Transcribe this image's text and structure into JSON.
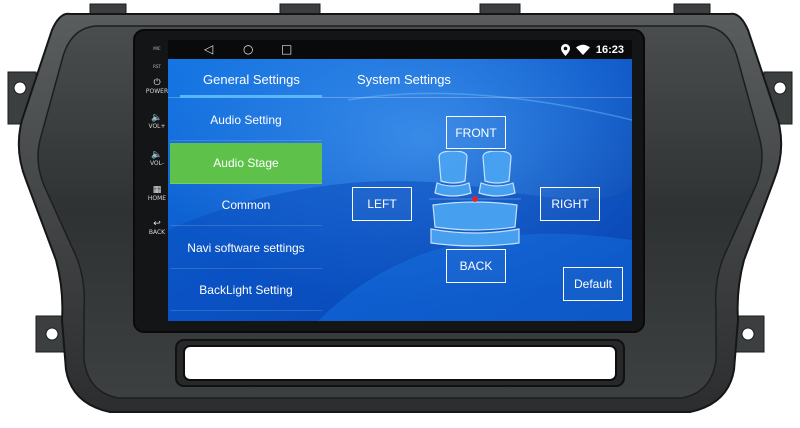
{
  "side_panel": {
    "mic_label": "MIC",
    "rst_label": "RST",
    "power_label": "POWER",
    "vol_up_label": "VOL+",
    "vol_down_label": "VOL-",
    "home_label": "HOME",
    "back_label": "BACK"
  },
  "status_bar": {
    "time": "16:23",
    "icons": [
      "location-icon",
      "wifi-icon"
    ]
  },
  "tabs": {
    "general": "General Settings",
    "system": "System Settings"
  },
  "menu": {
    "items": [
      {
        "label": "Audio Setting",
        "active": false
      },
      {
        "label": "Audio Stage",
        "active": true
      },
      {
        "label": "Common",
        "active": false
      },
      {
        "label": "Navi software settings",
        "active": false
      },
      {
        "label": "BackLight Setting",
        "active": false
      }
    ]
  },
  "audio_stage": {
    "front": "FRONT",
    "left": "LEFT",
    "right": "RIGHT",
    "back": "BACK",
    "default": "Default"
  },
  "colors": {
    "screen_blue": "#0e5fd8",
    "active_green": "#5ec24a",
    "tab_underline": "#59b7ff",
    "focus_dot": "#e5222b"
  }
}
